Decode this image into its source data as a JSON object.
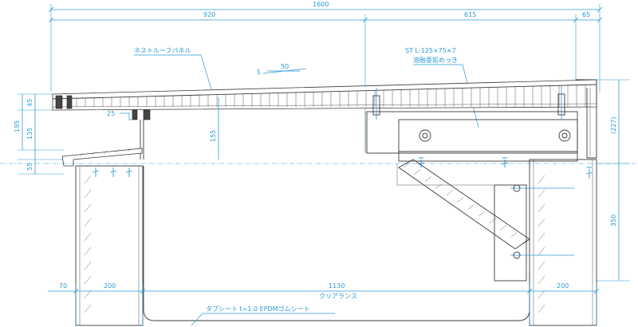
{
  "dimensions": {
    "total_width": "1600",
    "left_span": "920",
    "mid_span": "615",
    "right_span": "65",
    "slope_run": "50",
    "slope_rise": "1",
    "h_45": "45",
    "h_135": "135",
    "h_195": "195",
    "h_55": "55",
    "h_25": "25",
    "h_155": "155",
    "h_227": "(227)",
    "h_350": "350",
    "b_70": "70",
    "b_200_left": "200",
    "b_1130": "1130",
    "b_200_right": "200",
    "clearance": "クリアランス"
  },
  "labels": {
    "panel": "ネストルーフパネル",
    "steel_spec": "ST L-125×75×7",
    "steel_finish": "溶融亜鉛めっき",
    "sheet": "タブシート t=1.0 EPDMゴムシート"
  },
  "colors": {
    "dimension": "#2b9ad8",
    "object": "#3a3a3a"
  }
}
